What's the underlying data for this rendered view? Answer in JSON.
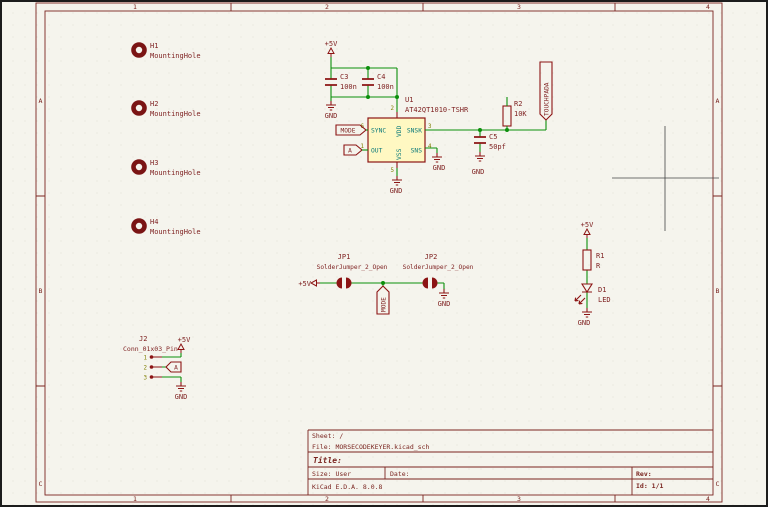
{
  "frame": {
    "cols": [
      "1",
      "2",
      "3",
      "4"
    ],
    "rows": [
      "A",
      "B",
      "C"
    ]
  },
  "title_block": {
    "sheet": "Sheet: /",
    "file": "File: MORSECODEKEYER.kicad_sch",
    "title": "Title:",
    "size": "Size: User",
    "date": "Date:",
    "rev": "Rev:",
    "company": "KiCad E.D.A. 8.0.8",
    "id": "Id: 1/1"
  },
  "power": {
    "plus5v": "+5V",
    "gnd": "GND"
  },
  "net_labels": {
    "mode": "MODE",
    "a": "A",
    "touchpad": "TOUCHPADA"
  },
  "components": {
    "h1": {
      "ref": "H1",
      "value": "MountingHole"
    },
    "h2": {
      "ref": "H2",
      "value": "MountingHole"
    },
    "h3": {
      "ref": "H3",
      "value": "MountingHole"
    },
    "h4": {
      "ref": "H4",
      "value": "MountingHole"
    },
    "c3": {
      "ref": "C3",
      "value": "100n"
    },
    "c4": {
      "ref": "C4",
      "value": "100n"
    },
    "c5": {
      "ref": "C5",
      "value": "50pf"
    },
    "r1": {
      "ref": "R1",
      "value": "R"
    },
    "r2": {
      "ref": "R2",
      "value": "10K"
    },
    "d1": {
      "ref": "D1",
      "value": "LED"
    },
    "u1": {
      "ref": "U1",
      "value": "AT42QT1010-TSHR",
      "pins": {
        "sync": "SYNC",
        "out": "OUT",
        "snsk": "SNSK",
        "sns": "SNS",
        "vdd": "VDD",
        "vss": "VSS"
      },
      "pin_numbers": {
        "sync": "6",
        "out": "1",
        "snsk": "3",
        "sns": "4",
        "vdd": "2",
        "vss": "5"
      }
    },
    "jp1": {
      "ref": "JP1",
      "value": "SolderJumper_2_Open"
    },
    "jp2": {
      "ref": "JP2",
      "value": "SolderJumper_2_Open"
    },
    "j2": {
      "ref": "J2",
      "value": "Conn_01x03_Pin",
      "pin_numbers": [
        "1",
        "2",
        "3"
      ]
    }
  },
  "colors": {
    "background": "#f5f4ed",
    "wire_green": "#0c8f0c",
    "symbol_red": "#8c1414",
    "text_red": "#7d1f1f",
    "pin_name_teal": "#0d7a7a",
    "pin_number_olive": "#7e7e00",
    "device_fill_yellow": "#fff8c2",
    "worksheet_red": "#7a2520"
  }
}
